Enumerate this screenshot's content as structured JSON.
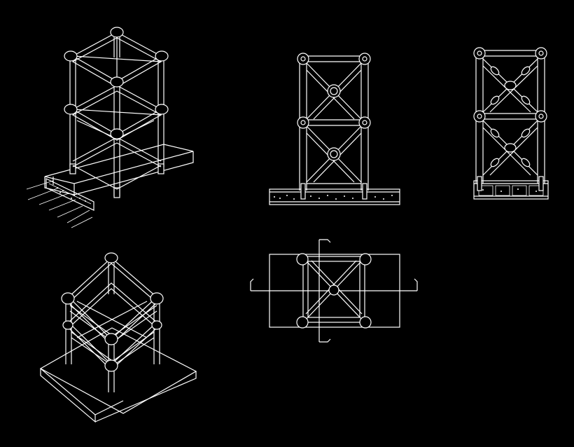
{
  "drawing": {
    "background": "#000000",
    "line_color": "#ffffff",
    "views": [
      "isometric-frame-on-footing",
      "front-elevation-x-brace",
      "side-elevation-x-brace",
      "isometric-frame-from-below",
      "plan-view-section-arrows"
    ]
  }
}
